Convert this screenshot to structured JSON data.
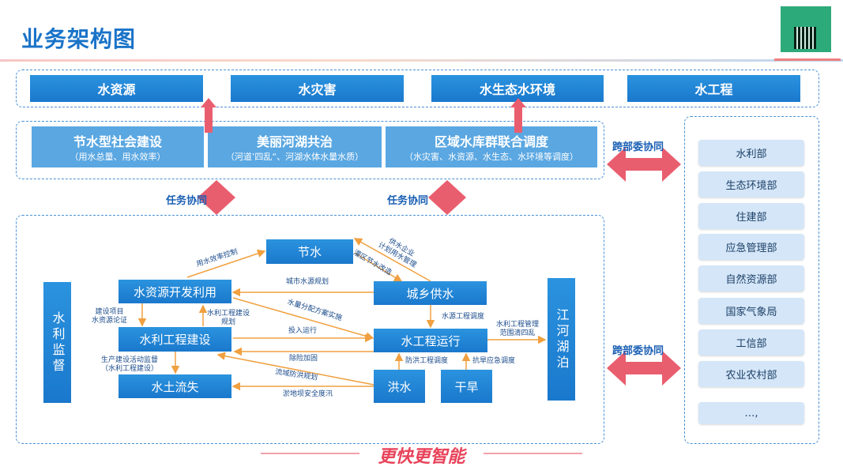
{
  "title": "业务架构图",
  "top_row": [
    "水资源",
    "水灾害",
    "水生态水环境",
    "水工程"
  ],
  "mid_row": [
    {
      "title": "节水型社会建设",
      "sub": "（用水总量、用水效率）"
    },
    {
      "title": "美丽河湖共治",
      "sub": "（河道’四乱“、河湖水体水量水质）"
    },
    {
      "title": "区域水库群联合调度",
      "sub": "（水灾害、水资源、水生态、水环境等调度）"
    }
  ],
  "labels": {
    "cross1": "跨部委协同",
    "cross2": "跨部委协同",
    "task1": "任务协同",
    "task2": "任务协同"
  },
  "departments": [
    "水利部",
    "生态环境部",
    "住建部",
    "应急管理部",
    "自然资源部",
    "国家气象局",
    "工信部",
    "农业农村部",
    "…,"
  ],
  "nodes": {
    "jieshui": "节水",
    "kaifa": "水资源开发利用",
    "gongshui": "城乡供水",
    "jianshe": "水利工程建设",
    "yunxing": "水工程运行",
    "liushi": "水土流失",
    "hongshui": "洪水",
    "ganhan": "干旱",
    "jiankong": "水利监督",
    "hupo": "江河湖泊"
  },
  "edges": {
    "e1": "用水效率控制",
    "e2": "供水企业\n计划用水管理",
    "e3": "灌区节水改造",
    "e4": "城市水源规划",
    "e5": "建设项目\n水资源论证",
    "e6": "水利工程建设\n规划",
    "e7": "水量分配方案实施",
    "e8": "投入运行",
    "e9": "除险加固",
    "e10": "生产建设活动监督\n（水利工程建设）",
    "e11": "流域防洪规划",
    "e12": "淤地坝安全度汛",
    "e13": "水源工程调度",
    "e14": "水利工程管理\n范围清四乱",
    "e15": "防洪工程调度",
    "e16": "抗旱应急调度"
  },
  "footer": "更快更智能",
  "colors": {
    "title": "#1a73c8",
    "box": "#1a80d4",
    "arrow": "#f0a040",
    "pink": "#e95e6e"
  }
}
